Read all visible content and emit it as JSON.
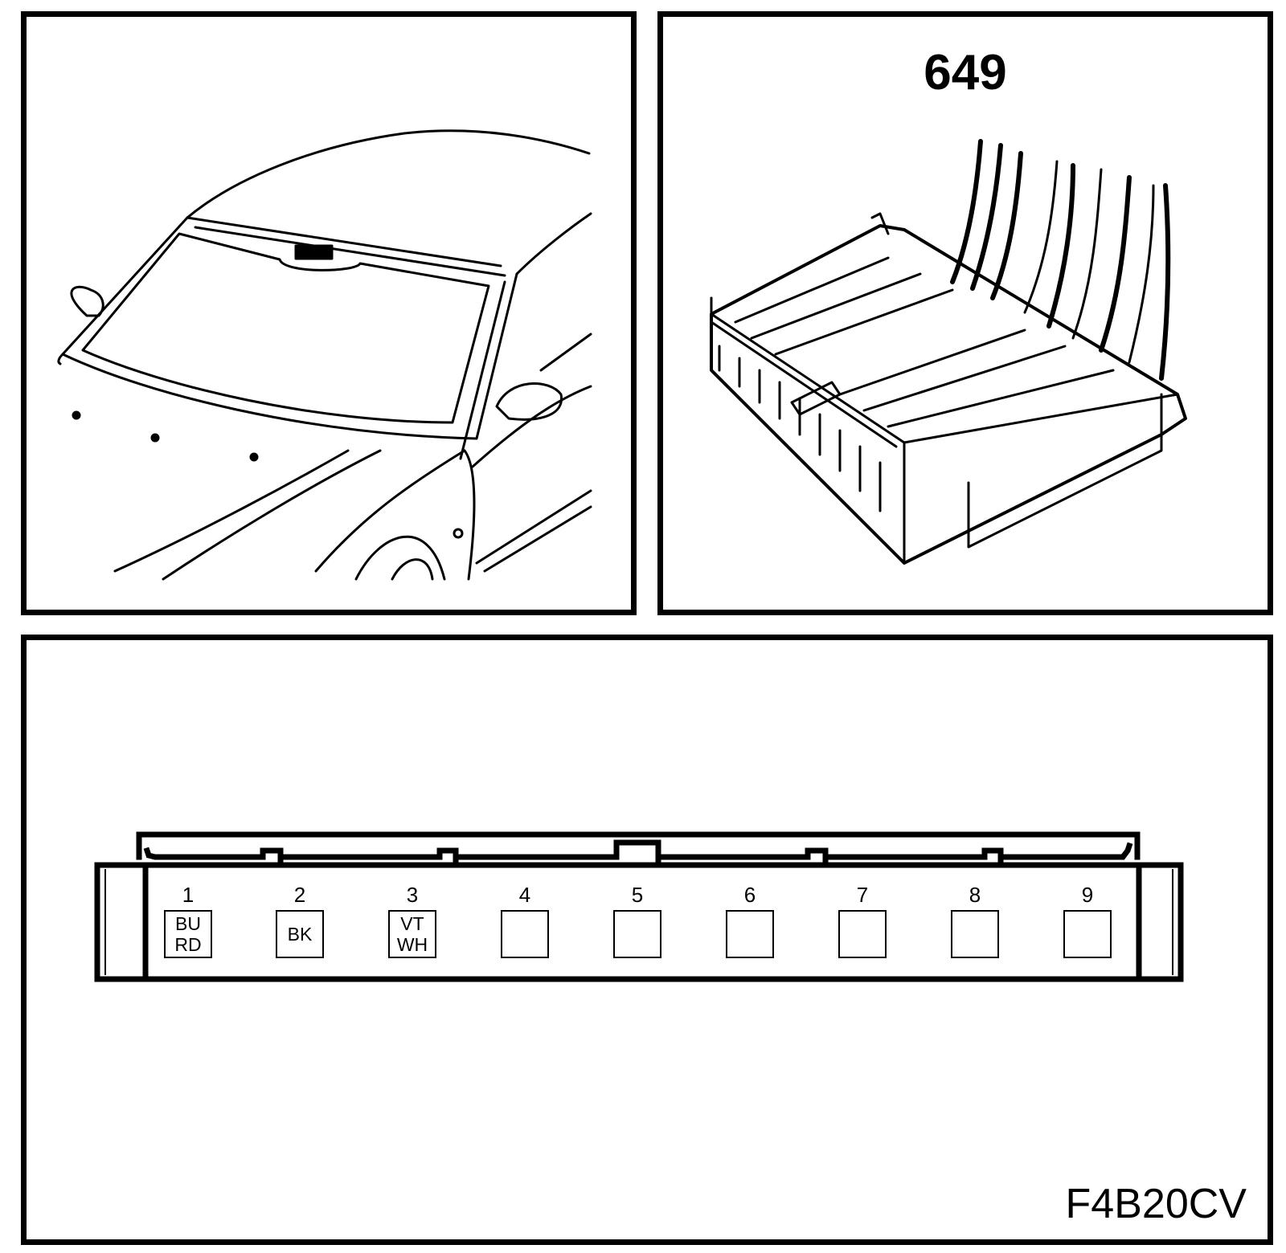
{
  "connector": {
    "number": "649"
  },
  "figure_code": "F4B20CV",
  "pins": [
    {
      "number": "1",
      "colors": [
        "BU",
        "RD"
      ]
    },
    {
      "number": "2",
      "colors": [
        "BK"
      ]
    },
    {
      "number": "3",
      "colors": [
        "VT",
        "WH"
      ]
    },
    {
      "number": "4",
      "colors": []
    },
    {
      "number": "5",
      "colors": []
    },
    {
      "number": "6",
      "colors": []
    },
    {
      "number": "7",
      "colors": []
    },
    {
      "number": "8",
      "colors": []
    },
    {
      "number": "9",
      "colors": []
    }
  ]
}
